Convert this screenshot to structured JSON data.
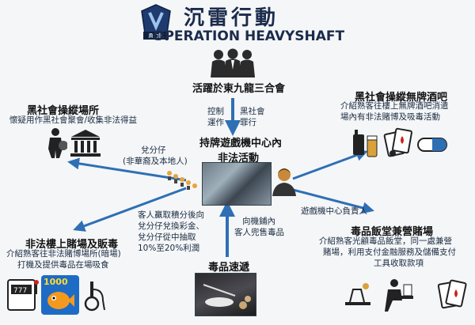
{
  "header": {
    "title_cn": "沉雷行動",
    "title_en": "OPERATION HEAVYSHAFT",
    "logo_text": "勇力鏈"
  },
  "top_node": {
    "label": "活躍於東九龍三合會"
  },
  "top_arrow": {
    "left_text_1": "控制",
    "left_text_2": "運作",
    "right_text_1": "黑社會",
    "right_text_2": "罪行"
  },
  "center_node": {
    "line1": "持牌遊戲機中心內",
    "line2": "非法活動"
  },
  "left_top_node": {
    "title": "黑社會操縱場所",
    "desc": "懷疑用作黑社會聚會/收集非法得益"
  },
  "right_top_node": {
    "title": "黑社會操縱無牌酒吧",
    "desc1": "介紹熟客往樓上無牌酒吧消遣",
    "desc2": "場內有非法賭博及吸毒活動"
  },
  "tipster": {
    "line1": "兌分仔",
    "line2": "(非華裔及本地人)"
  },
  "manager": {
    "label": "遊戲機中心負責人"
  },
  "left_bottom_node": {
    "title": "非法樓上賭場及販毒",
    "desc1": "介紹熟客往非法賭博場所(暗場)",
    "desc2": "打機及提供毒品在場吸食"
  },
  "right_bottom_node": {
    "title": "毒品飯堂兼營賭場",
    "desc1": "介紹熟客光顧毒品飯堂，同一處兼營",
    "desc2": "賭場，利用支付金融服務及儲備支付",
    "desc3": "工具收取款項"
  },
  "middle_left_text": {
    "line1": "客人贏取積分後向",
    "line2": "兌分仔兌換彩金、",
    "line3": "兌分仔從中抽取",
    "line4": "10%至20%利潤"
  },
  "middle_right_text": {
    "line1": "向機鋪內",
    "line2": "客人兜售毒品"
  },
  "bottom_node": {
    "label": "毒品速遞"
  },
  "slot_text": "1000",
  "colors": {
    "arrow": "#2f6fb4",
    "title": "#1b2b4b",
    "background": "#f4f6f8"
  }
}
